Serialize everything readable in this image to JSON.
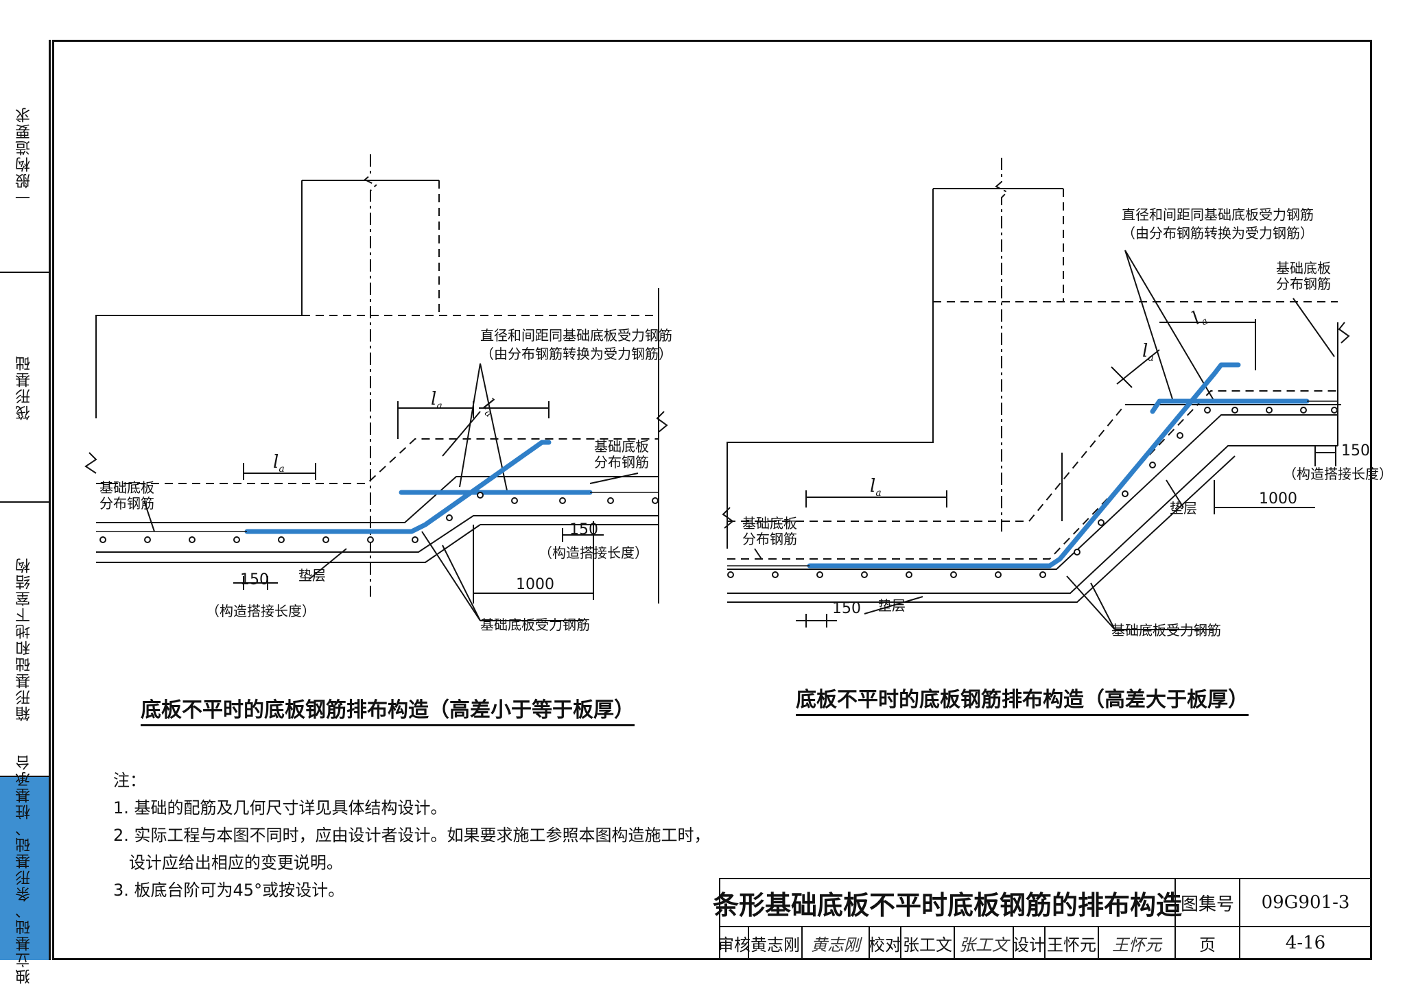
{
  "sidebar": {
    "tabs": [
      {
        "label": "一般构造要求"
      },
      {
        "label": "筏形基础"
      },
      {
        "label": "箱形基础和地下室结构"
      },
      {
        "label": "独立基础、条形基础、桩基承台"
      }
    ]
  },
  "left_diagram": {
    "la": "la",
    "la_sub": "a",
    "l": "l",
    "rebar_note_line1": "直径和间距同基础底板受力钢筋",
    "rebar_note_line2": "（由分布钢筋转换为受力钢筋）",
    "dist_bar_left": "基础底板\n分布钢筋",
    "dist_bar_right": "基础底板\n分布钢筋",
    "dim_150": "150",
    "dim_150_right": "150",
    "lap_note": "（构造搭接长度）",
    "lap_note_right": "（构造搭接长度）",
    "cushion": "垫层",
    "dim_1000": "1000",
    "main_bar": "基础底板受力钢筋",
    "caption": "底板不平时的底板钢筋排布构造（高差小于等于板厚）"
  },
  "right_diagram": {
    "rebar_note_line1": "直径和间距同基础底板受力钢筋",
    "rebar_note_line2": "（由分布钢筋转换为受力钢筋）",
    "dist_bar_top": "基础底板\n分布钢筋",
    "dist_bar_left": "基础底板\n分布钢筋",
    "dim_150": "150",
    "dim_150_right": "150",
    "lap_note": "（构造搭接长度）",
    "cushion": "垫层",
    "cushion2": "垫层",
    "dim_1000": "1000",
    "main_bar": "基础底板受力钢筋",
    "caption": "底板不平时的底板钢筋排布构造（高差大于板厚）"
  },
  "notes": {
    "heading": "注：",
    "items": [
      "1. 基础的配筋及几何尺寸详见具体结构设计。",
      "2. 实际工程与本图不同时，应由设计者设计。如果要求施工参照本图构造施工时，",
      "   设计应给出相应的变更说明。",
      "3. 板底台阶可为45°或按设计。"
    ]
  },
  "title_block": {
    "title": "条形基础底板不平时底板钢筋的排布构造",
    "atlas_label": "图集号",
    "atlas_no": "09G901-3",
    "review_label": "审核",
    "reviewer": "黄志刚",
    "reviewer_sig": "黄志刚",
    "check_label": "校对",
    "checker": "张工文",
    "checker_sig": "张工文",
    "design_label": "设计",
    "designer": "王怀元",
    "designer_sig": "王怀元",
    "page_label": "页",
    "page_no": "4-16"
  },
  "colors": {
    "rebar_blue": "#2f7fc8",
    "ink": "#111111",
    "tab_active": "#3d8fd1"
  }
}
